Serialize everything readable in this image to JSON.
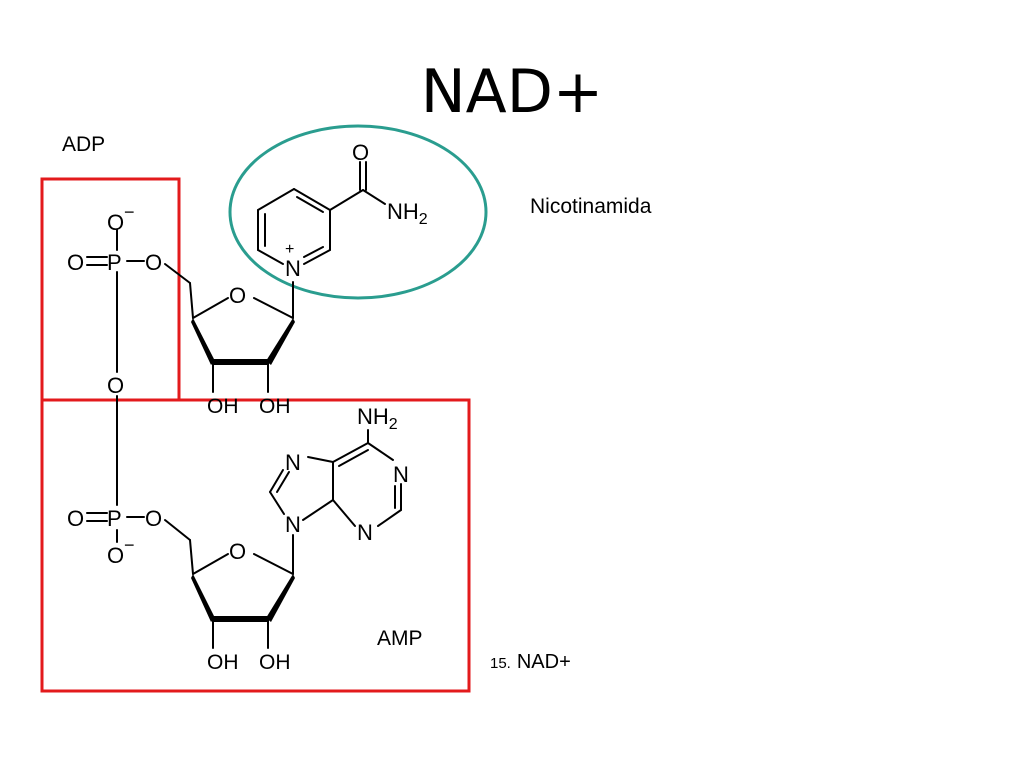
{
  "slide": {
    "title": "NAD+",
    "caption_number": "15.",
    "caption_text": "NAD+"
  },
  "labels": {
    "adp": "ADP",
    "amp": "AMP",
    "nicotinamide": "Nicotinamida"
  },
  "atoms": {
    "oxygen": "O",
    "phosphorus": "P",
    "nitrogen": "N",
    "hydroxyl": "OH",
    "nh2_main": "NH",
    "nh2_sub": "2",
    "minus": "−",
    "plus": "+"
  },
  "colors": {
    "adp_box": "#e31a1c",
    "amp_box": "#e31a1c",
    "nicotinamide_ellipse": "#2a9d8f",
    "bonds": "#000000"
  }
}
